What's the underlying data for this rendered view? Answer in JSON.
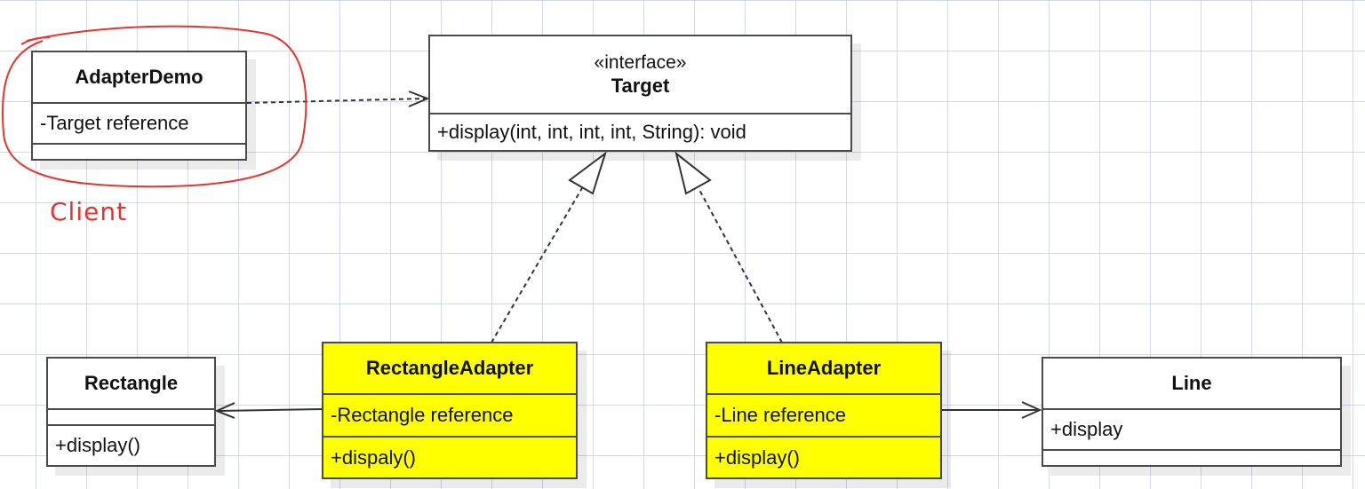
{
  "annotation": {
    "label": "Client",
    "color": "#e8322d"
  },
  "colors": {
    "adapter_fill": "#ffff00",
    "class_fill": "#ffffff",
    "border": "#4a4a4a",
    "grid": "#d0daec"
  },
  "classes": {
    "adapter_demo": {
      "name": "AdapterDemo",
      "attributes": [
        "-Target reference"
      ],
      "operations": []
    },
    "target": {
      "stereotype": "«interface»",
      "name": "Target",
      "operations": [
        "+display(int, int, int, int, String): void"
      ]
    },
    "rectangle": {
      "name": "Rectangle",
      "attributes": [],
      "operations": [
        "+display()"
      ]
    },
    "rectangle_adapter": {
      "name": "RectangleAdapter",
      "attributes": [
        "-Rectangle reference"
      ],
      "operations": [
        "+dispaly()"
      ]
    },
    "line_adapter": {
      "name": "LineAdapter",
      "attributes": [
        "-Line reference"
      ],
      "operations": [
        "+display()"
      ]
    },
    "line": {
      "name": "Line",
      "attributes": [
        "+display"
      ],
      "operations": []
    }
  },
  "relations": [
    {
      "type": "dependency",
      "from": "AdapterDemo",
      "to": "Target"
    },
    {
      "type": "realization",
      "from": "RectangleAdapter",
      "to": "Target"
    },
    {
      "type": "realization",
      "from": "LineAdapter",
      "to": "Target"
    },
    {
      "type": "association",
      "from": "RectangleAdapter",
      "to": "Rectangle"
    },
    {
      "type": "association",
      "from": "LineAdapter",
      "to": "Line"
    }
  ]
}
